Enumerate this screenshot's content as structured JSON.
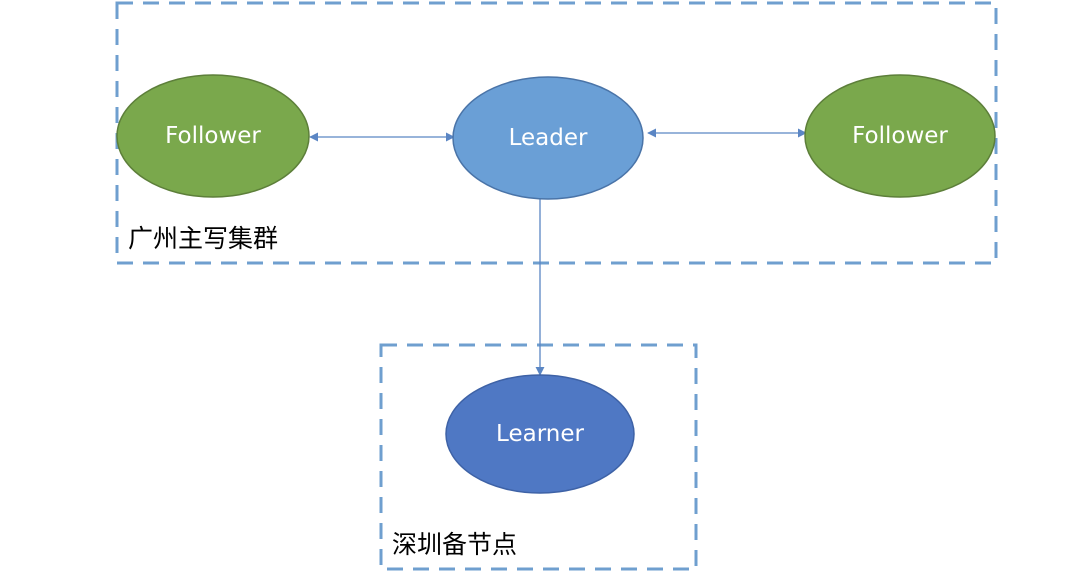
{
  "groups": {
    "guangzhou": {
      "label": "广州主写集群"
    },
    "shenzhen": {
      "label": "深圳备节点"
    }
  },
  "nodes": {
    "follower_left": {
      "label": "Follower",
      "color": "#7aa84c"
    },
    "leader": {
      "label": "Leader",
      "color": "#6a9fd6"
    },
    "follower_right": {
      "label": "Follower",
      "color": "#7aa84c"
    },
    "learner": {
      "label": "Learner",
      "color": "#4f78c4"
    }
  },
  "edges": [
    {
      "from": "follower_left",
      "to": "leader",
      "direction": "bidirectional"
    },
    {
      "from": "leader",
      "to": "follower_right",
      "direction": "bidirectional"
    },
    {
      "from": "leader",
      "to": "learner",
      "direction": "one-way"
    }
  ],
  "colors": {
    "dashed_border": "#6f9fcf",
    "edge": "#5b86c4",
    "follower_stroke": "#5d7f3a",
    "leader_stroke": "#4a74a8",
    "learner_stroke": "#3e62a6"
  }
}
